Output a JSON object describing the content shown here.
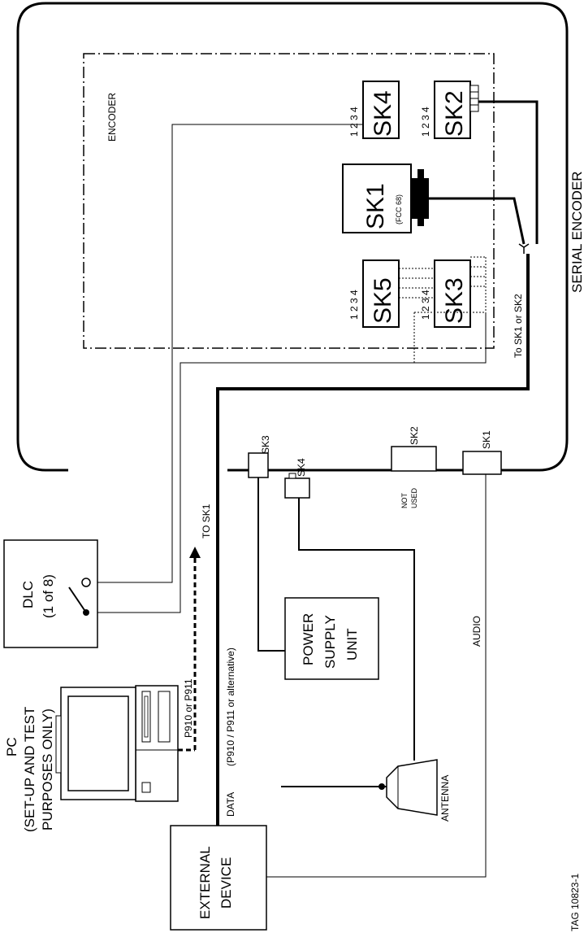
{
  "enclosure": {
    "label": "SERIAL ENCODER"
  },
  "encoder": {
    "label": "ENCODER",
    "pins": "1 2 3 4",
    "sk1": "SK1",
    "sk1_sub": "(FCC 68)",
    "sk2": "SK2",
    "sk3": "SK3",
    "sk4": "SK4",
    "sk5": "SK5",
    "to_sk1_sk2": "To SK1 or SK2"
  },
  "panel": {
    "sk1": "SK1",
    "sk2": "SK2",
    "sk3": "SK3",
    "sk4": "SK4",
    "not_used": [
      "NOT",
      "USED"
    ]
  },
  "dlc": {
    "line1": "DLC",
    "line2": "(1 of 8)"
  },
  "to_sk1": "TO SK1",
  "pc": {
    "line1": "PC",
    "line2": "(SET-UP AND TEST",
    "line3": "PURPOSES ONLY)",
    "cable": "P910 or P911"
  },
  "psu": {
    "line1": "POWER",
    "line2": "SUPPLY",
    "line3": "UNIT"
  },
  "antenna": "ANTENNA",
  "audio": "AUDIO",
  "data": {
    "label": "DATA",
    "cable": "(P910 / P911 or alternative)"
  },
  "external": {
    "line1": "EXTERNAL",
    "line2": "DEVICE"
  },
  "tag": "TAG 10823-1"
}
